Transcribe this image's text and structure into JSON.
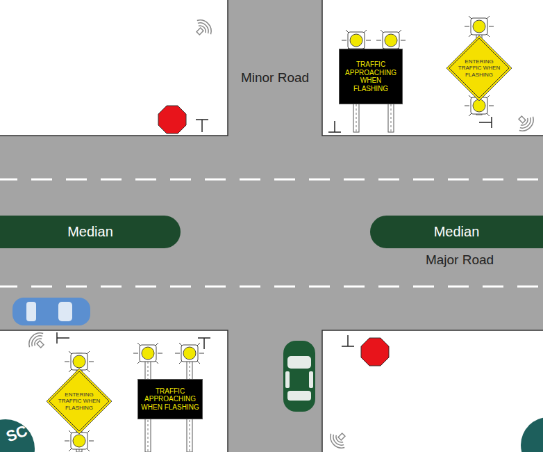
{
  "diagram": {
    "nodes": [
      {
        "text": [
          "TRAFFIC APPROACHING WHEN FLASHING"
        ]
      },
      {
        "text": [
          "ENTERING TRAFFIC WHEN FLASHING"
        ]
      },
      {
        "text": [
          "Median"
        ]
      },
      {
        "text": [
          "Median"
        ]
      },
      {
        "text": [
          "ENTERING TRAFFIC WHEN FLASHING"
        ]
      },
      {
        "text": [
          "TRAFFIC APPROACHING WHEN FLASHING"
        ]
      }
    ],
    "labels": [
      "Minor Road",
      "Major Road",
      "SC"
    ]
  }
}
